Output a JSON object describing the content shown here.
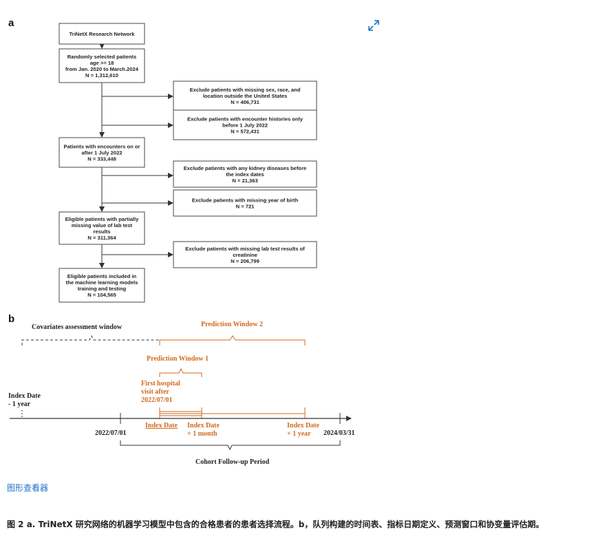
{
  "panel_a": {
    "letter": "a",
    "main_boxes": [
      {
        "id": "m0",
        "lines": [
          "TriNetX Research Network"
        ]
      },
      {
        "id": "m1",
        "lines": [
          "Randomly selected patients",
          "age >= 18",
          "from Jan. 2020 to March.2024",
          "N = 1,312,610"
        ]
      },
      {
        "id": "m2",
        "lines": [
          "Patients with encounters on or",
          "after 1 July 2022",
          "N = 333,448"
        ]
      },
      {
        "id": "m3",
        "lines": [
          "Eligible patients with partially",
          "missing value of lab test",
          "results",
          "N = 311,364"
        ]
      },
      {
        "id": "m4",
        "lines": [
          "Eligible patients included in",
          "the machine learning models",
          "training and testing",
          "N = 104,565"
        ]
      }
    ],
    "exclusion_boxes": [
      {
        "id": "e0",
        "lines": [
          "Exclude patients with missing sex, race, and",
          "location outside the United States",
          "N = 406,731"
        ]
      },
      {
        "id": "e1",
        "lines": [
          "Exclude patients with encounter histories only",
          "before 1 July 2022",
          "N = 572,431"
        ]
      },
      {
        "id": "e2",
        "lines": [
          "Exclude patients with any kidney diseases before",
          "the index dates",
          "N = 21,363"
        ]
      },
      {
        "id": "e3",
        "lines": [
          "Exclude patients with missing year of birth",
          "N = 721"
        ]
      },
      {
        "id": "e4",
        "lines": [
          "Exclude patients with missing lab test results of",
          "creatinine",
          "N = 206,799"
        ]
      }
    ]
  },
  "panel_b": {
    "letter": "b",
    "covariates_label": "Covariates assessment window",
    "prediction_window_2": "Prediction Window 2",
    "prediction_window_1": "Prediction Window 1",
    "first_visit_lines": [
      "First hospital",
      "visit after",
      "2022/07/01"
    ],
    "index_minus_lines": [
      "Index Date",
      "- 1 year"
    ],
    "date_start": "2022/07/01",
    "date_end": "2024/03/31",
    "index_date": "Index Date",
    "index_plus_month_lines": [
      "Index Date",
      "+ 1 month"
    ],
    "index_plus_year_lines": [
      "Index Date",
      "+ 1 year"
    ],
    "follow_up_label": "Cohort Follow-up Period"
  },
  "figure_viewer_link": "图形查看器",
  "caption": "图 2  a. TriNetX 研究网络的机器学习模型中包含的合格患者的患者选择流程。b，队列构建的时间表、指标日期定义、预测窗口和协变量评估期。",
  "colors": {
    "orange": "#d26a1e",
    "link": "#1a73c8",
    "text": "#222222"
  },
  "icons": {
    "expand": "expand-arrows-icon"
  }
}
